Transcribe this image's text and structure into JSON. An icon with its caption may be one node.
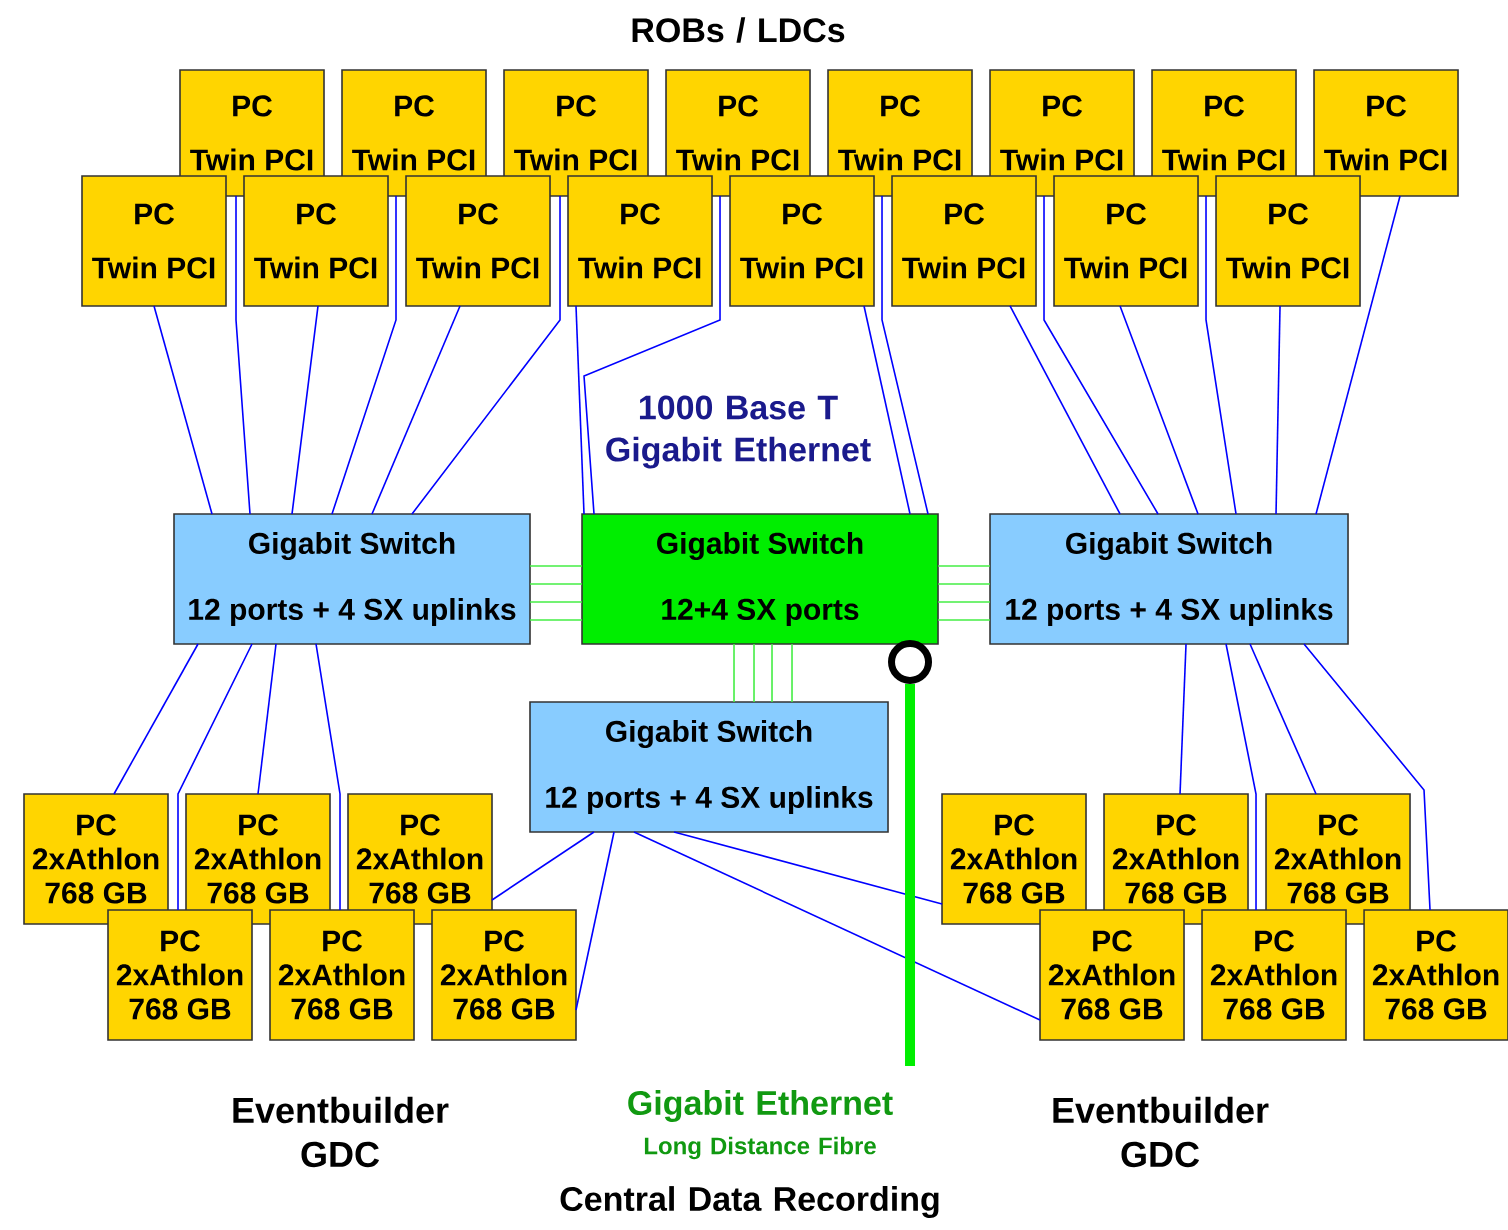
{
  "diagram": {
    "nodes": [
      {
        "text": [
          "PC",
          "Twin PCI"
        ]
      },
      {
        "text": [
          "PC",
          "Twin PCI"
        ]
      },
      {
        "text": [
          "PC",
          "Twin PCI"
        ]
      },
      {
        "text": [
          "PC",
          "Twin PCI"
        ]
      },
      {
        "text": [
          "PC",
          "Twin PCI"
        ]
      },
      {
        "text": [
          "PC",
          "Twin PCI"
        ]
      },
      {
        "text": [
          "PC",
          "Twin PCI"
        ]
      },
      {
        "text": [
          "PC",
          "Twin PCI"
        ]
      },
      {
        "text": [
          "PC",
          "Twin PCI"
        ]
      },
      {
        "text": [
          "PC",
          "Twin PCI"
        ]
      },
      {
        "text": [
          "PC",
          "Twin PCI"
        ]
      },
      {
        "text": [
          "PC",
          "Twin PCI"
        ]
      },
      {
        "text": [
          "PC",
          "Twin PCI"
        ]
      },
      {
        "text": [
          "PC",
          "Twin PCI"
        ]
      },
      {
        "text": [
          "PC",
          "Twin PCI"
        ]
      },
      {
        "text": [
          "PC",
          "Twin PCI"
        ]
      },
      {
        "text": [
          "Gigabit Switch",
          "12 ports + 4 SX uplinks"
        ]
      },
      {
        "text": [
          "Gigabit Switch",
          "12+4 SX ports"
        ]
      },
      {
        "text": [
          "Gigabit Switch",
          "12 ports + 4 SX uplinks"
        ]
      },
      {
        "text": [
          "Gigabit Switch",
          "12 ports + 4 SX uplinks"
        ]
      },
      {
        "text": [],
        "shape": "circle"
      },
      {
        "text": [
          "PC",
          "2xAthlon",
          "768 GB"
        ]
      },
      {
        "text": [
          "PC",
          "2xAthlon",
          "768 GB"
        ]
      },
      {
        "text": [
          "PC",
          "2xAthlon",
          "768 GB"
        ]
      },
      {
        "text": [
          "PC",
          "2xAthlon",
          "768 GB"
        ]
      },
      {
        "text": [
          "PC",
          "2xAthlon",
          "768 GB"
        ]
      },
      {
        "text": [
          "PC",
          "2xAthlon",
          "768 GB"
        ]
      },
      {
        "text": [
          "PC",
          "2xAthlon",
          "768 GB"
        ]
      },
      {
        "text": [
          "PC",
          "2xAthlon",
          "768 GB"
        ]
      },
      {
        "text": [
          "PC",
          "2xAthlon",
          "768 GB"
        ]
      },
      {
        "text": [
          "PC",
          "2xAthlon",
          "768 GB"
        ]
      },
      {
        "text": [
          "PC",
          "2xAthlon",
          "768 GB"
        ]
      },
      {
        "text": [
          "PC",
          "2xAthlon",
          "768 GB"
        ]
      }
    ],
    "edges": [
      {
        "from": 8,
        "to": 16,
        "arrow": "none"
      },
      {
        "from": 0,
        "to": 16,
        "arrow": "none"
      },
      {
        "from": 9,
        "to": 16,
        "arrow": "none"
      },
      {
        "from": 1,
        "to": 16,
        "arrow": "none"
      },
      {
        "from": 10,
        "to": 16,
        "arrow": "none"
      },
      {
        "from": 2,
        "to": 16,
        "arrow": "none"
      },
      {
        "from": 11,
        "to": 17,
        "arrow": "none"
      },
      {
        "from": 3,
        "to": 17,
        "arrow": "none"
      },
      {
        "from": 12,
        "to": 17,
        "arrow": "none"
      },
      {
        "from": 4,
        "to": 17,
        "arrow": "none"
      },
      {
        "from": 13,
        "to": 18,
        "arrow": "none"
      },
      {
        "from": 5,
        "to": 18,
        "arrow": "none"
      },
      {
        "from": 14,
        "to": 18,
        "arrow": "none"
      },
      {
        "from": 6,
        "to": 18,
        "arrow": "none"
      },
      {
        "from": 15,
        "to": 18,
        "arrow": "none"
      },
      {
        "from": 7,
        "to": 18,
        "arrow": "none"
      },
      {
        "from": 16,
        "to": 17,
        "arrow": "none",
        "color": "#44ee44"
      },
      {
        "from": 16,
        "to": 17,
        "arrow": "none",
        "color": "#44ee44"
      },
      {
        "from": 16,
        "to": 17,
        "arrow": "none",
        "color": "#44ee44"
      },
      {
        "from": 16,
        "to": 17,
        "arrow": "none",
        "color": "#44ee44"
      },
      {
        "from": 17,
        "to": 18,
        "arrow": "none",
        "color": "#44ee44"
      },
      {
        "from": 17,
        "to": 18,
        "arrow": "none",
        "color": "#44ee44"
      },
      {
        "from": 17,
        "to": 18,
        "arrow": "none",
        "color": "#44ee44"
      },
      {
        "from": 17,
        "to": 18,
        "arrow": "none",
        "color": "#44ee44"
      },
      {
        "from": 17,
        "to": 19,
        "arrow": "none",
        "color": "#44ee44"
      },
      {
        "from": 17,
        "to": 19,
        "arrow": "none",
        "color": "#44ee44"
      },
      {
        "from": 17,
        "to": 19,
        "arrow": "none",
        "color": "#44ee44"
      },
      {
        "from": 17,
        "to": 19,
        "arrow": "none",
        "color": "#44ee44"
      },
      {
        "from": 16,
        "to": 21,
        "arrow": "none"
      },
      {
        "from": 16,
        "to": 24,
        "arrow": "none"
      },
      {
        "from": 16,
        "to": 22,
        "arrow": "none"
      },
      {
        "from": 16,
        "to": 25,
        "arrow": "none"
      },
      {
        "from": 19,
        "to": 23,
        "arrow": "none"
      },
      {
        "from": 19,
        "to": 26,
        "arrow": "none"
      },
      {
        "from": 19,
        "to": 27,
        "arrow": "none"
      },
      {
        "from": 19,
        "to": 30,
        "arrow": "none"
      },
      {
        "from": 18,
        "to": 28,
        "arrow": "none"
      },
      {
        "from": 18,
        "to": 31,
        "arrow": "none"
      },
      {
        "from": 18,
        "to": 29,
        "arrow": "none"
      },
      {
        "from": 18,
        "to": 32,
        "arrow": "none"
      },
      {
        "from": 20,
        "to": null,
        "arrow": "none",
        "style": "thick",
        "color": "#00ee00"
      }
    ],
    "labels": [
      "ROBs / LDCs",
      "1000 Base T Gigabit Ethernet",
      "Eventbuilder GDC",
      "Gigabit Ethernet",
      "Long Distance Fibre",
      "Eventbuilder GDC",
      "Central Data Recording"
    ]
  }
}
